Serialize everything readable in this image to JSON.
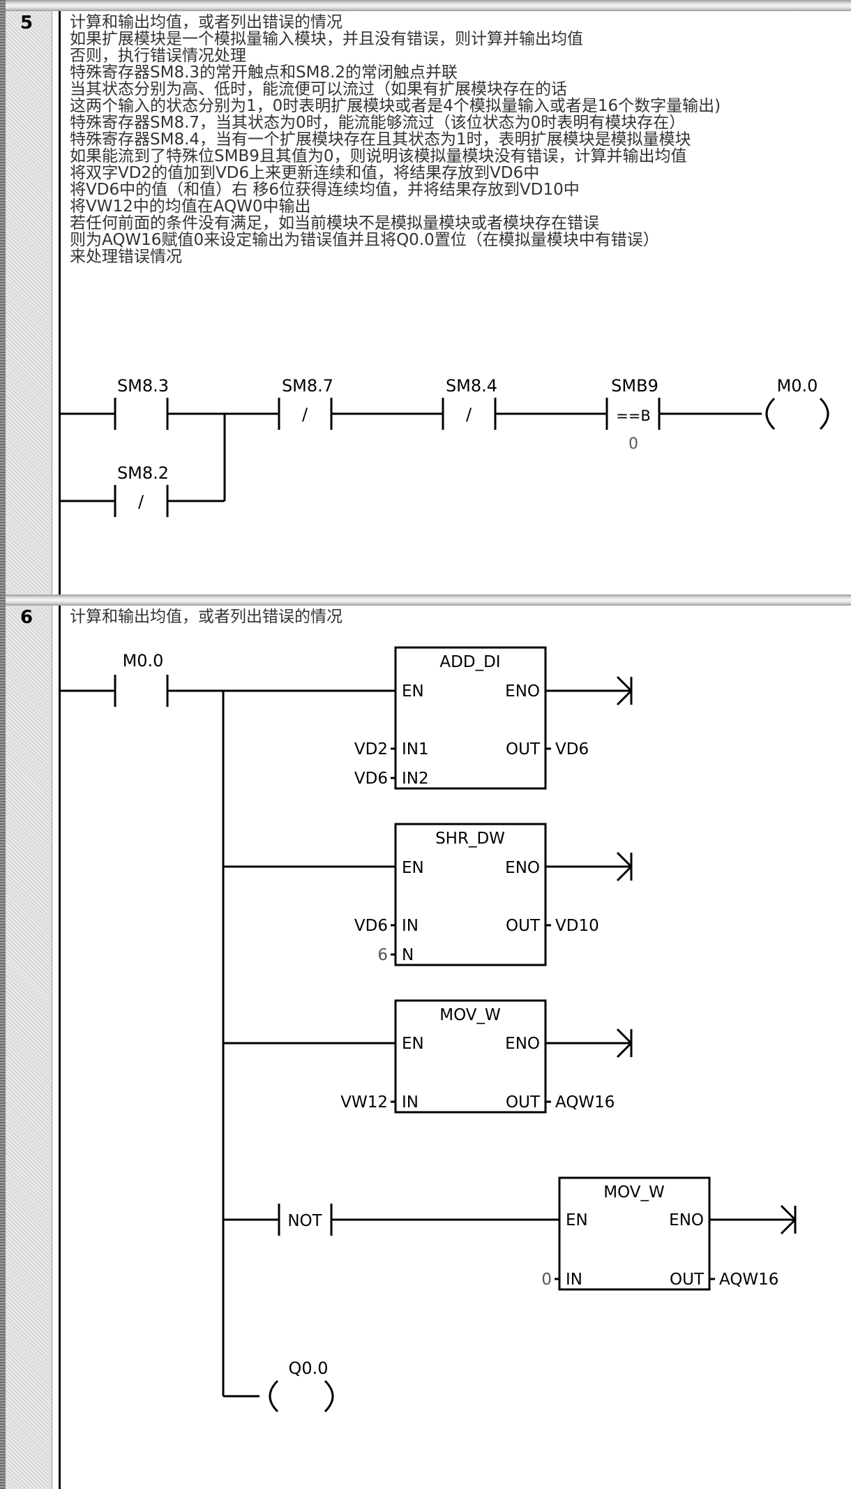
{
  "networks": [
    {
      "number": "5",
      "comment_lines": [
        "计算和输出均值，或者列出错误的情况",
        "如果扩展模块是一个模拟量输入模块，并且没有错误，则计算并输出均值",
        "否则，执行错误情况处理",
        "特殊寄存器SM8.3的常开触点和SM8.2的常闭触点并联",
        "当其状态分别为高、低时，能流便可以流过（如果有扩展模块存在的话",
        "这两个输入的状态分别为1，0时表明扩展模块或者是4个模拟量输入或者是16个数字量输出)",
        "特殊寄存器SM8.7，当其状态为0时，能流能够流过（该位状态为0时表明有模块存在）",
        "特殊寄存器SM8.4，当有一个扩展模块存在且其状态为1时，表明扩展模块是模拟量模块",
        "如果能流到了特殊位SMB9且其值为0，则说明该模拟量模块没有错误，计算并输出均值",
        "将双字VD2的值加到VD6上来更新连续和值，将结果存放到VD6中",
        "将VD6中的值（和值）右 移6位获得连续均值，并将结果存放到VD10中",
        "将VW12中的均值在AQW0中输出",
        " 若任何前面的条件没有满足，如当前模块不是模拟量模块或者模块存在错误",
        "则为AQW16赋值0来设定输出为错误值并且将Q0.0置位（在模拟量模块中有错误）",
        "来处理错误情况"
      ],
      "contacts": {
        "sm83": {
          "address": "SM8.3"
        },
        "sm87": {
          "address": "SM8.7",
          "symbol": "/"
        },
        "sm84": {
          "address": "SM8.4",
          "symbol": "/"
        },
        "smb9": {
          "address": "SMB9",
          "symbol": "==B",
          "operand": "0"
        },
        "sm82": {
          "address": "SM8.2",
          "symbol": "/"
        }
      },
      "coil": {
        "address": "M0.0"
      }
    },
    {
      "number": "6",
      "comment_lines": [
        "计算和输出均值，或者列出错误的情况"
      ],
      "contact_m00": {
        "address": "M0.0"
      },
      "not_label": "NOT",
      "coil": {
        "address": "Q0.0"
      },
      "blocks": [
        {
          "title": "ADD_DI",
          "en": "EN",
          "eno": "ENO",
          "in1": "IN1",
          "in2": "IN2",
          "out": "OUT",
          "in1_operand": "VD2",
          "in2_operand": "VD6",
          "out_operand": "VD6"
        },
        {
          "title": "SHR_DW",
          "en": "EN",
          "eno": "ENO",
          "in": "IN",
          "n": "N",
          "out": "OUT",
          "in_operand": "VD6",
          "n_operand": "6",
          "out_operand": "VD10"
        },
        {
          "title": "MOV_W",
          "en": "EN",
          "eno": "ENO",
          "in": "IN",
          "out": "OUT",
          "in_operand": "VW12",
          "out_operand": "AQW16"
        },
        {
          "title": "MOV_W",
          "en": "EN",
          "eno": "ENO",
          "in": "IN",
          "out": "OUT",
          "in_operand": "0",
          "out_operand": "AQW16"
        }
      ]
    }
  ]
}
